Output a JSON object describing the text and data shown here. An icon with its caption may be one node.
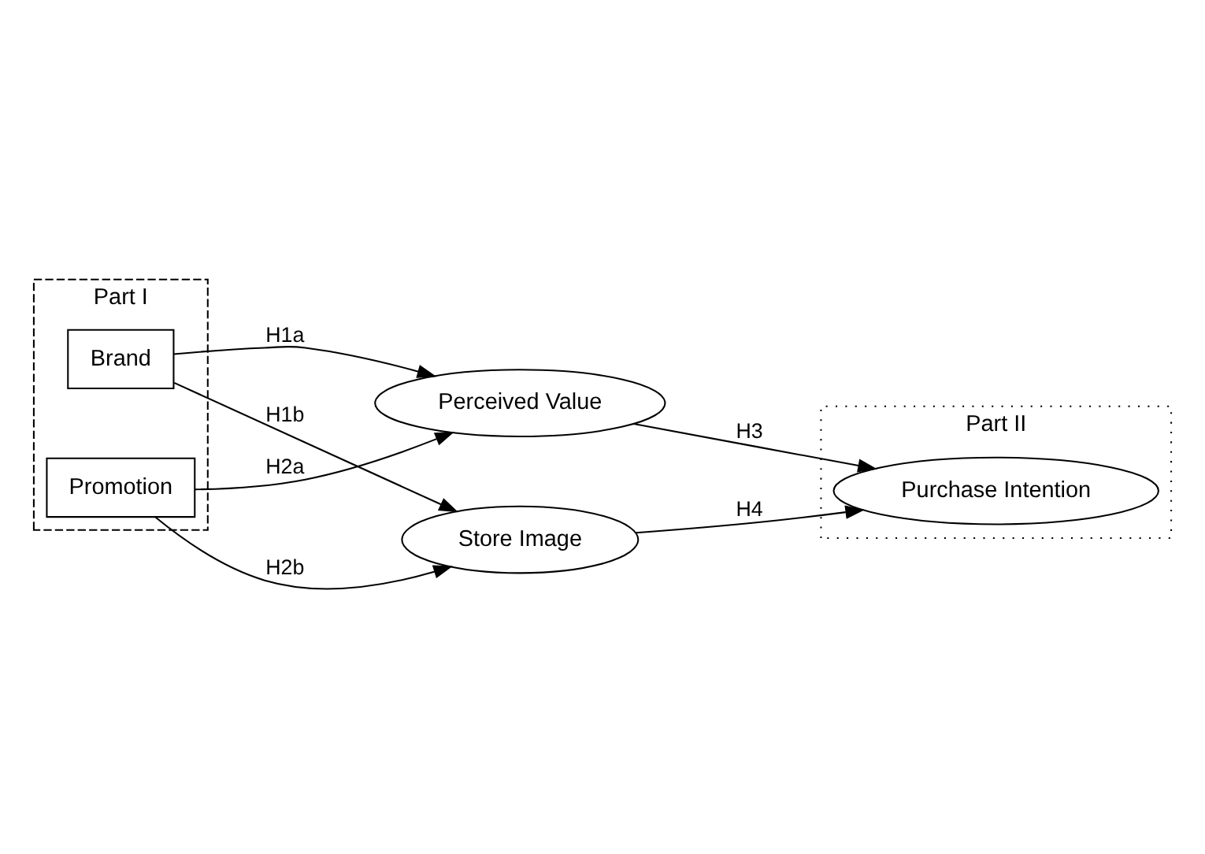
{
  "diagram": {
    "nodes": [
      {
        "text": [
          "Part I"
        ]
      },
      {
        "text": [
          "Part II"
        ]
      },
      {
        "text": [
          "Brand"
        ],
        "in": 0
      },
      {
        "text": [
          "Promotion"
        ],
        "in": 0
      },
      {
        "text": [
          "Perceived Value"
        ]
      },
      {
        "text": [
          "Store Image"
        ]
      },
      {
        "text": [
          "Purchase Intention"
        ],
        "in": 1
      }
    ],
    "edges": [
      {
        "from": 2,
        "to": 4,
        "arrow": "to",
        "label": "H1a"
      },
      {
        "from": 2,
        "to": 5,
        "arrow": "to",
        "label": "H1b"
      },
      {
        "from": 3,
        "to": 4,
        "arrow": "to",
        "label": "H2a"
      },
      {
        "from": 3,
        "to": 5,
        "arrow": "to",
        "label": "H2b"
      },
      {
        "from": 4,
        "to": 6,
        "arrow": "to",
        "label": "H3"
      },
      {
        "from": 5,
        "to": 6,
        "arrow": "to",
        "label": "H4"
      }
    ]
  }
}
